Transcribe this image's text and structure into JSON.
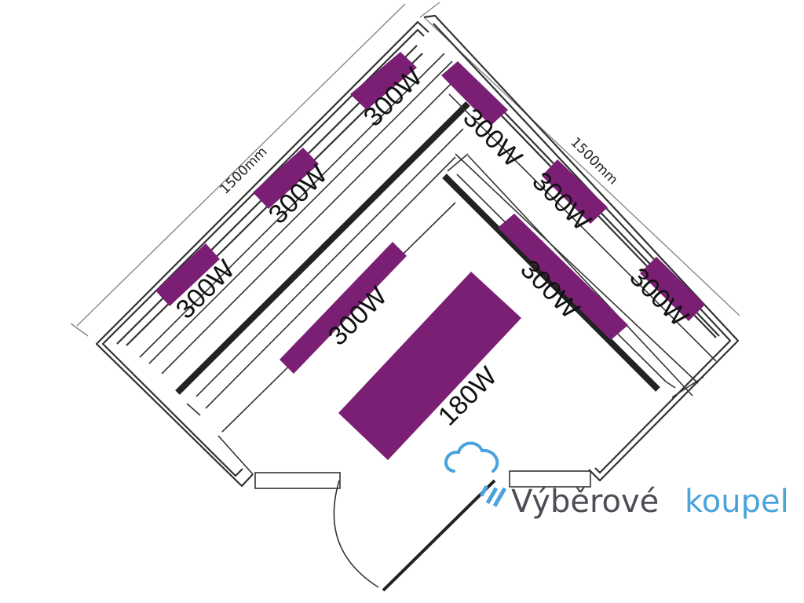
{
  "dimensions": {
    "left": "1500mm",
    "right": "1500mm"
  },
  "heaters": {
    "left_wall": [
      "300W",
      "300W",
      "300W"
    ],
    "right_wall": [
      "300W",
      "300W",
      "300W"
    ],
    "bench_front_left": "300W",
    "bench_front_right": "300W",
    "floor": "180W"
  },
  "logo": {
    "main": "Výběrové",
    "accent": "koupel"
  },
  "colors": {
    "heater": "#7b1f75",
    "outline": "#222222",
    "dim_line": "#888888",
    "logo_text": "#4d4d55",
    "logo_accent": "#4aa3dc"
  }
}
